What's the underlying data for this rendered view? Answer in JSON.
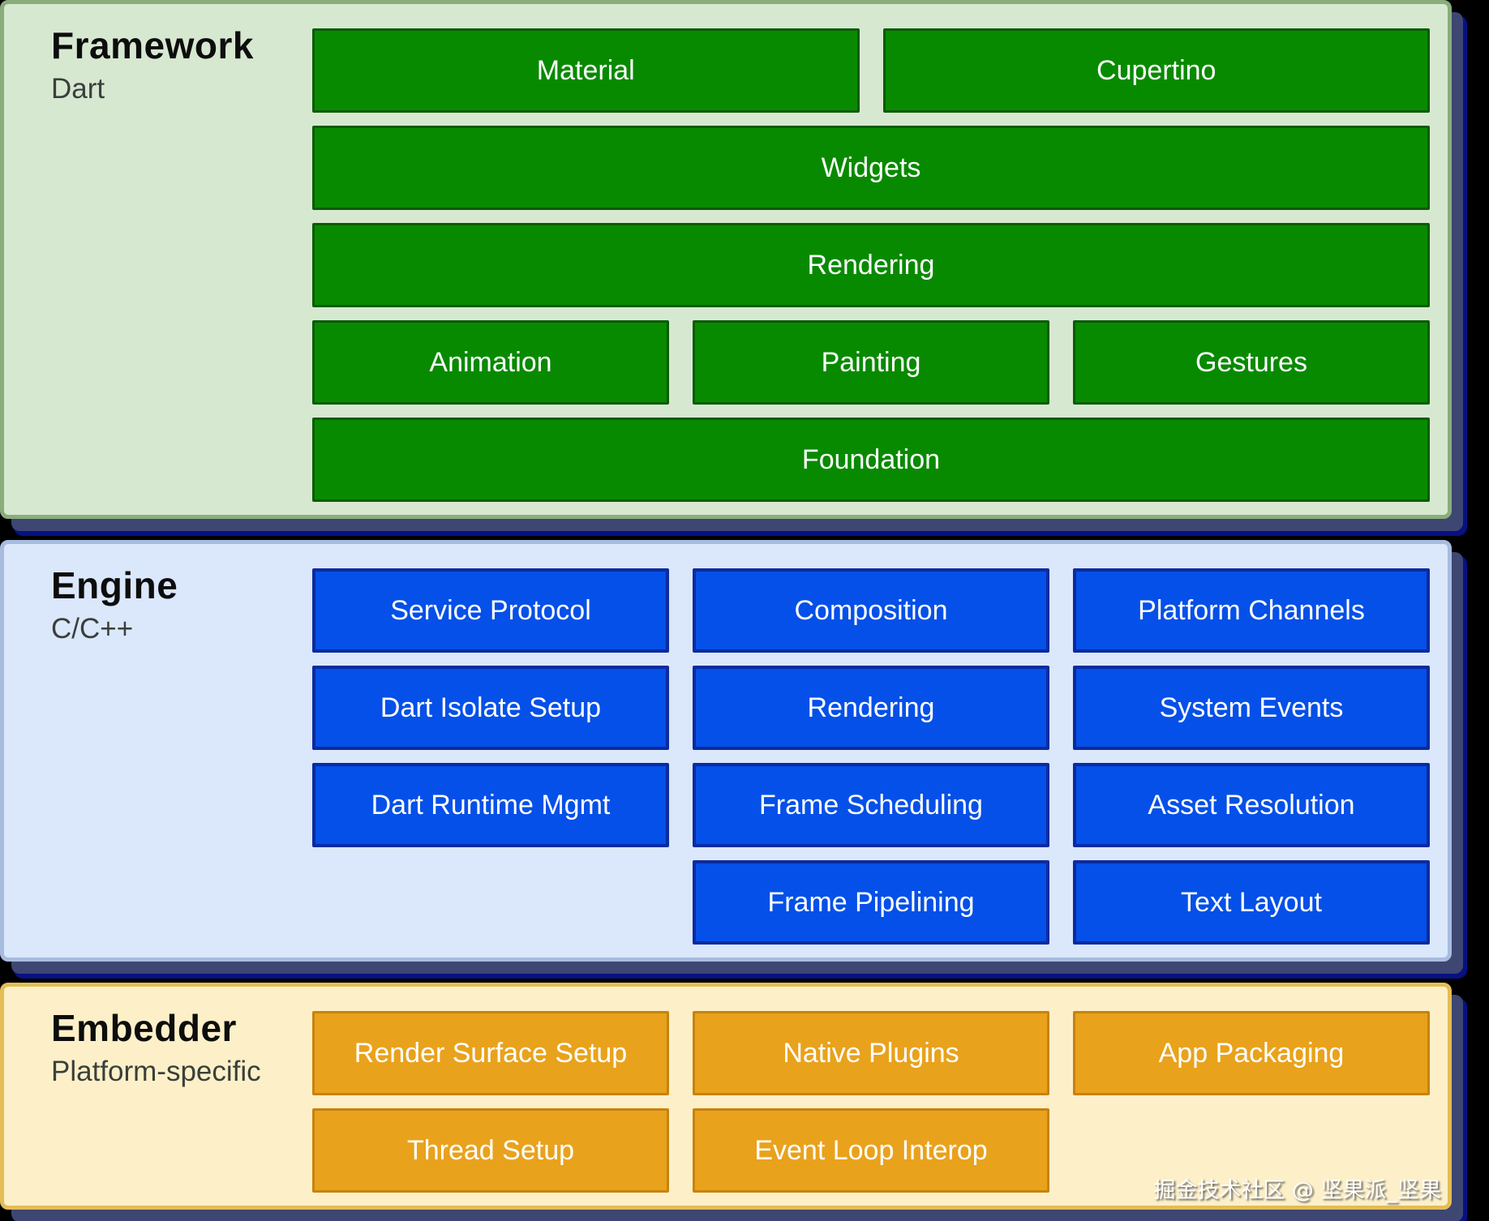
{
  "sections": [
    {
      "id": "framework",
      "title": "Framework",
      "subtitle": "Dart",
      "box_class": "green",
      "rows": [
        [
          "Material",
          "Cupertino"
        ],
        [
          "Widgets"
        ],
        [
          "Rendering"
        ],
        [
          "Animation",
          "Painting",
          "Gestures"
        ],
        [
          "Foundation"
        ]
      ]
    },
    {
      "id": "engine",
      "title": "Engine",
      "subtitle": "C/C++",
      "box_class": "blue",
      "rows": [
        [
          "Service Protocol",
          "Composition",
          "Platform Channels"
        ],
        [
          "Dart Isolate Setup",
          "Rendering",
          "System Events"
        ],
        [
          "Dart Runtime Mgmt",
          "Frame Scheduling",
          "Asset Resolution"
        ],
        [
          "",
          "Frame Pipelining",
          "Text Layout"
        ]
      ]
    },
    {
      "id": "embedder",
      "title": "Embedder",
      "subtitle": "Platform-specific",
      "box_class": "orange",
      "rows": [
        [
          "Render Surface Setup",
          "Native Plugins",
          "App Packaging"
        ],
        [
          "Thread Setup",
          "Event Loop Interop",
          ""
        ]
      ]
    }
  ],
  "watermark": "掘金技术社区 @ 坚果派_坚果",
  "colors": {
    "background": "#000000",
    "shadow": "#3e4672",
    "shadow_edge": "#071183",
    "framework_panel_bg": "#d7e8d1",
    "framework_panel_border": "#8aad7c",
    "framework_box_bg": "#088a00",
    "framework_box_border": "#0b5c08",
    "engine_panel_bg": "#dbe7fb",
    "engine_panel_border": "#a7bcdf",
    "engine_box_bg": "#0550e8",
    "engine_box_border": "#0c2ba0",
    "embedder_panel_bg": "#fdf0c8",
    "embedder_panel_border": "#e3bd55",
    "embedder_box_bg": "#e9a21c",
    "embedder_box_border": "#c8820d",
    "box_text": "#ffffff"
  }
}
